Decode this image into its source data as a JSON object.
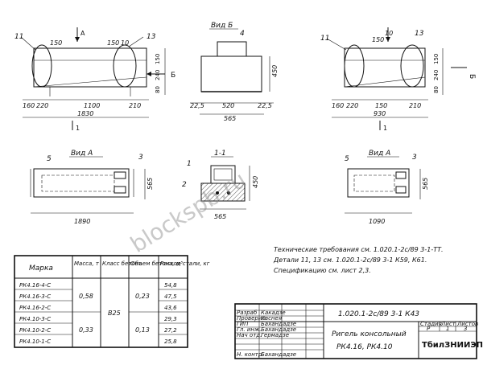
{
  "drawing": {
    "views": {
      "top_left_labels": [
        "11",
        "150",
        "150",
        "10",
        "13",
        "A",
        "Б",
        "1"
      ],
      "dims_rk416": {
        "h_total": "1830",
        "parts": [
          "160",
          "220",
          "1100",
          "210"
        ],
        "vert": [
          "150",
          "240",
          "80"
        ],
        "note_left": "1"
      },
      "vid_b": {
        "title": "Вид Б",
        "label": "4",
        "dims": [
          "22,5",
          "520",
          "22,5",
          "565",
          "450"
        ]
      },
      "dims_rk410": {
        "h_total": "930",
        "parts": [
          "160",
          "220",
          "150",
          "210"
        ],
        "vert": [
          "150",
          "240",
          "80"
        ],
        "labels": [
          "11",
          "150",
          "10",
          "13",
          "Б",
          "1"
        ]
      },
      "vid_a_left": {
        "title": "Вид А",
        "labels": [
          "5",
          "3"
        ],
        "dims": [
          "565",
          "1890"
        ]
      },
      "section_1": {
        "title": "1-1",
        "labels": [
          "1",
          "2"
        ],
        "dims": [
          "450",
          "565"
        ]
      },
      "vid_a_right": {
        "title": "Вид А",
        "labels": [
          "5",
          "3"
        ],
        "dims": [
          "565",
          "1090"
        ]
      }
    },
    "watermark": "blockspb.ru"
  },
  "notes": {
    "line1": "Технические требования см. 1.020.1-2с/89 3-1-ТТ.",
    "line2": "Детали  11, 13     см. 1.020.1-2с/89 3-1 К59, К61.",
    "line3": "Спецификацию см. лист 2,3."
  },
  "table": {
    "headers": [
      "Марка",
      "Масса, т",
      "Класс бетона",
      "Объем бетона, м³",
      "Расход стали, кг"
    ],
    "rows": [
      {
        "mark": "РК4.16-4-С",
        "steel": "54,8"
      },
      {
        "mark": "РК4.16-3-С",
        "steel": "47,5"
      },
      {
        "mark": "РК4.16-2-С",
        "steel": "43,6"
      },
      {
        "mark": "РК4.10-3-С",
        "steel": "29,3"
      },
      {
        "mark": "РК4.10-2-С",
        "steel": "27,2"
      },
      {
        "mark": "РК4.10-1-С",
        "steel": "25,8"
      }
    ],
    "mass_group1": "0,58",
    "mass_group2": "0,33",
    "concrete_class": "В25",
    "volume_group1": "0,23",
    "volume_group2": "0,13"
  },
  "title_block": {
    "doc_code": "1.020.1-2с/89  3-1  К43",
    "roles": [
      "Разраб",
      "Проверил",
      "ГИП",
      "Гл. инж.",
      "Нач отд.",
      "Н. контр."
    ],
    "names": [
      "Какадзе",
      "Хаснея",
      "Бахандадзе",
      "Бахандадзе",
      "Гермадзе",
      "Бахандадзе"
    ],
    "product_title": "Ригель  консольный",
    "product_marks": "РК4.16,   РК4.10",
    "stage_headers": [
      "Стадия",
      "Лист",
      "Листов"
    ],
    "stage_values": [
      "Р",
      "1",
      "3"
    ],
    "org": "ТбилЗНИИЭП"
  }
}
